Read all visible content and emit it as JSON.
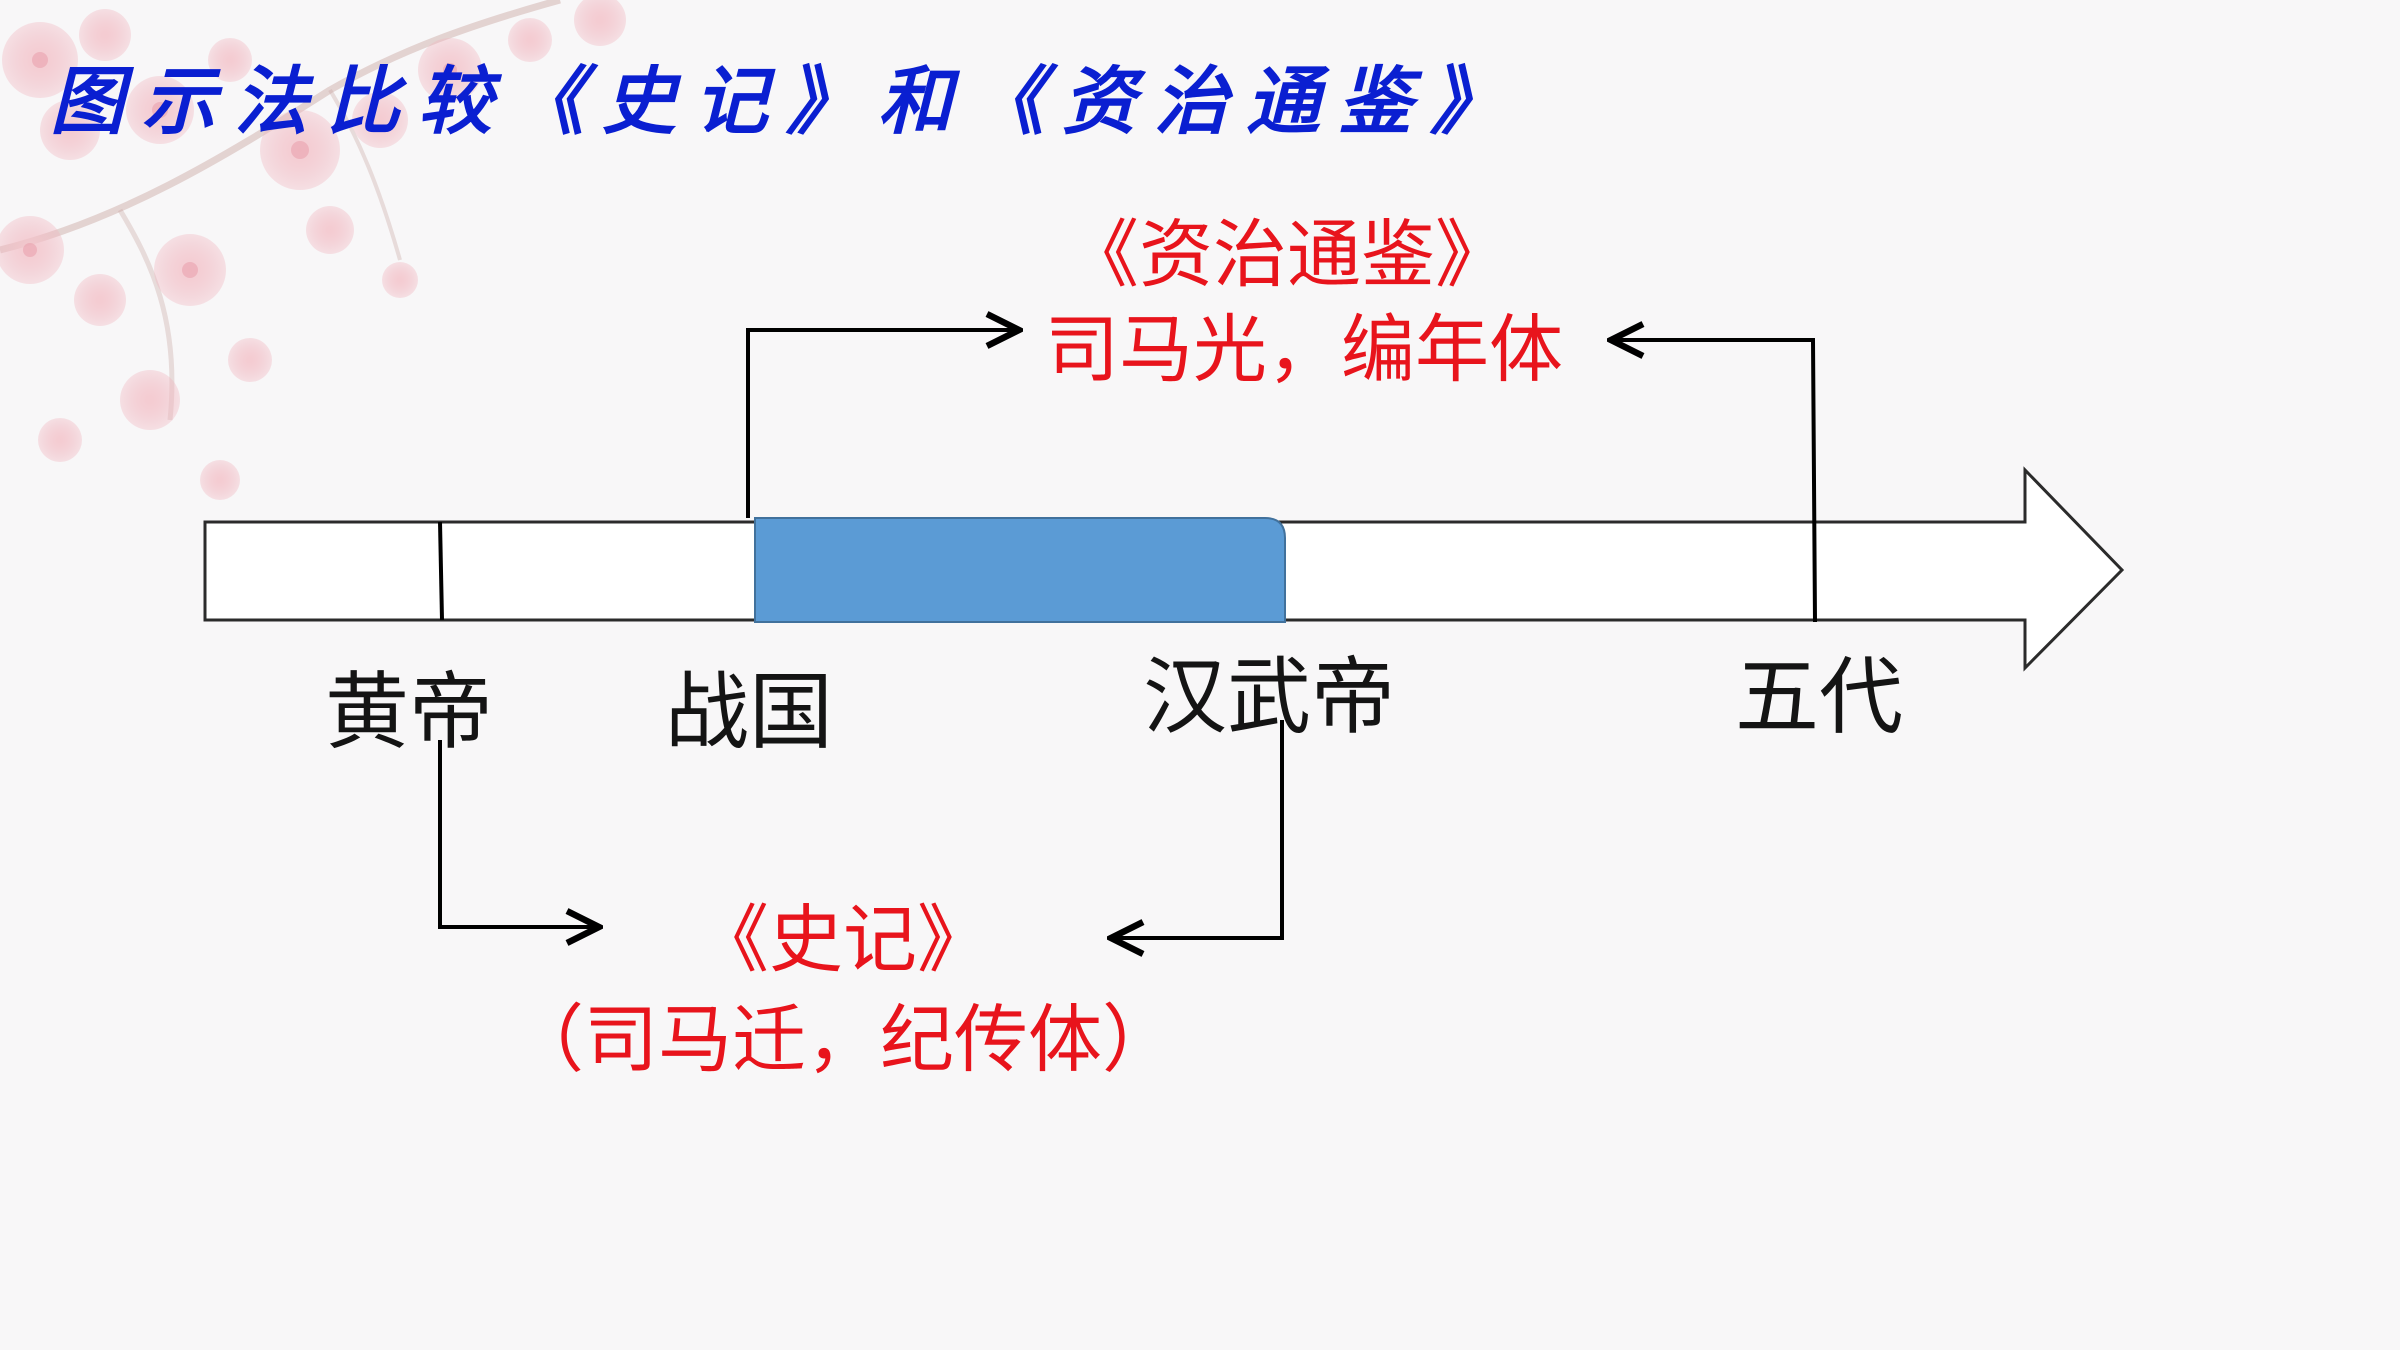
{
  "title": "图示法比较《史记》和《资治通鉴》",
  "timeline": {
    "eras": [
      {
        "name": "黄帝"
      },
      {
        "name": "战国"
      },
      {
        "name": "汉武帝"
      },
      {
        "name": "五代"
      }
    ],
    "highlight_color": "#5b9bd5"
  },
  "books": {
    "zizhi": {
      "title": "《资治通鉴》",
      "detail": "司马光，编年体",
      "spans": "战国 — 五代"
    },
    "shiji": {
      "title": "《史记》",
      "detail": "（司马迁，纪传体）",
      "spans": "黄帝 — 汉武帝"
    }
  },
  "colors": {
    "title": "#0a1fd1",
    "book_text": "#e8141c",
    "era_text": "#141414",
    "lines": "#000000",
    "background": "#f8f7f8"
  }
}
